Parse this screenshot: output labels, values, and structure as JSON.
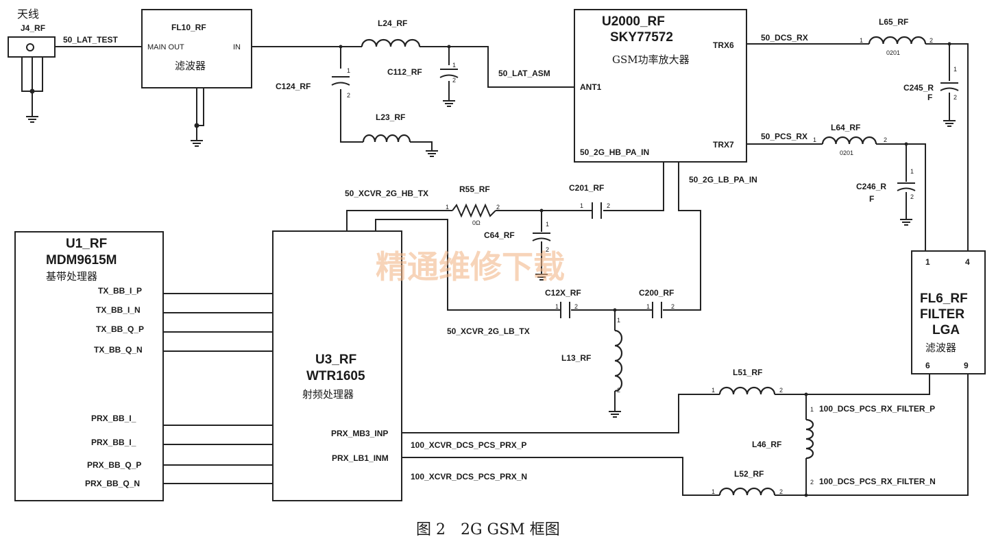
{
  "caption": "图 2　2G GSM 框图",
  "watermark": "精通维修下载",
  "antenna": {
    "label": "天线",
    "ref": "J4_RF"
  },
  "filter_fl10": {
    "ref": "FL10_RF",
    "pin_main": "MAIN OUT",
    "pin_in": "IN",
    "desc": "滤波器"
  },
  "pa": {
    "ref": "U2000_RF",
    "part": "SKY77572",
    "desc": "GSM功率放大器",
    "pin_trx6": "TRX6",
    "pin_ant1": "ANT1",
    "pin_trx7": "TRX7",
    "pin_hb_in": "50_2G_HB_PA_IN"
  },
  "baseband": {
    "ref": "U1_RF",
    "part": "MDM9615M",
    "desc": "基带处理器",
    "pins": [
      "TX_BB_I_P",
      "TX_BB_I_N",
      "TX_BB_Q_P",
      "TX_BB_Q_N",
      "PRX_BB_I_",
      "PRX_BB_I_",
      "PRX_BB_Q_P",
      "PRX_BB_Q_N"
    ]
  },
  "transceiver": {
    "ref": "U3_RF",
    "part": "WTR1605",
    "desc": "射频处理器",
    "pin_mb3": "PRX_MB3_INP",
    "pin_lb1": "PRX_LB1_INM"
  },
  "filter_fl6": {
    "ref": "FL6_RF",
    "type": "FILTER",
    "pkg": "LGA",
    "desc": "滤波器",
    "pins": [
      "1",
      "4",
      "6",
      "9"
    ]
  },
  "nets": {
    "lat_test": "50_LAT_TEST",
    "lat_asm": "50_LAT_ASM",
    "dcs_rx": "50_DCS_RX",
    "pcs_rx": "50_PCS_RX",
    "hb_tx": "50_XCVR_2G_HB_TX",
    "lb_tx": "50_XCVR_2G_LB_TX",
    "lb_pa_in": "50_2G_LB_PA_IN",
    "prx_p": "100_XCVR_DCS_PCS_PRX_P",
    "prx_n": "100_XCVR_DCS_PCS_PRX_N",
    "filter_p": "100_DCS_PCS_RX_FILTER_P",
    "filter_n": "100_DCS_PCS_RX_FILTER_N"
  },
  "components": {
    "c124": "C124_RF",
    "l24": "L24_RF",
    "c112": "C112_RF",
    "l23": "L23_RF",
    "l65": "L65_RF",
    "l65_val": "0201",
    "c245a": "C245_R",
    "c245b": "F",
    "l64": "L64_RF",
    "l64_val": "0201",
    "c246a": "C246_R",
    "c246b": "F",
    "r55": "R55_RF",
    "r55_val": "0Ω",
    "c201": "C201_RF",
    "c64": "C64_RF",
    "c12x": "C12X_RF",
    "c200": "C200_RF",
    "l13": "L13_RF",
    "l51": "L51_RF",
    "l46": "L46_RF",
    "l52": "L52_RF"
  }
}
